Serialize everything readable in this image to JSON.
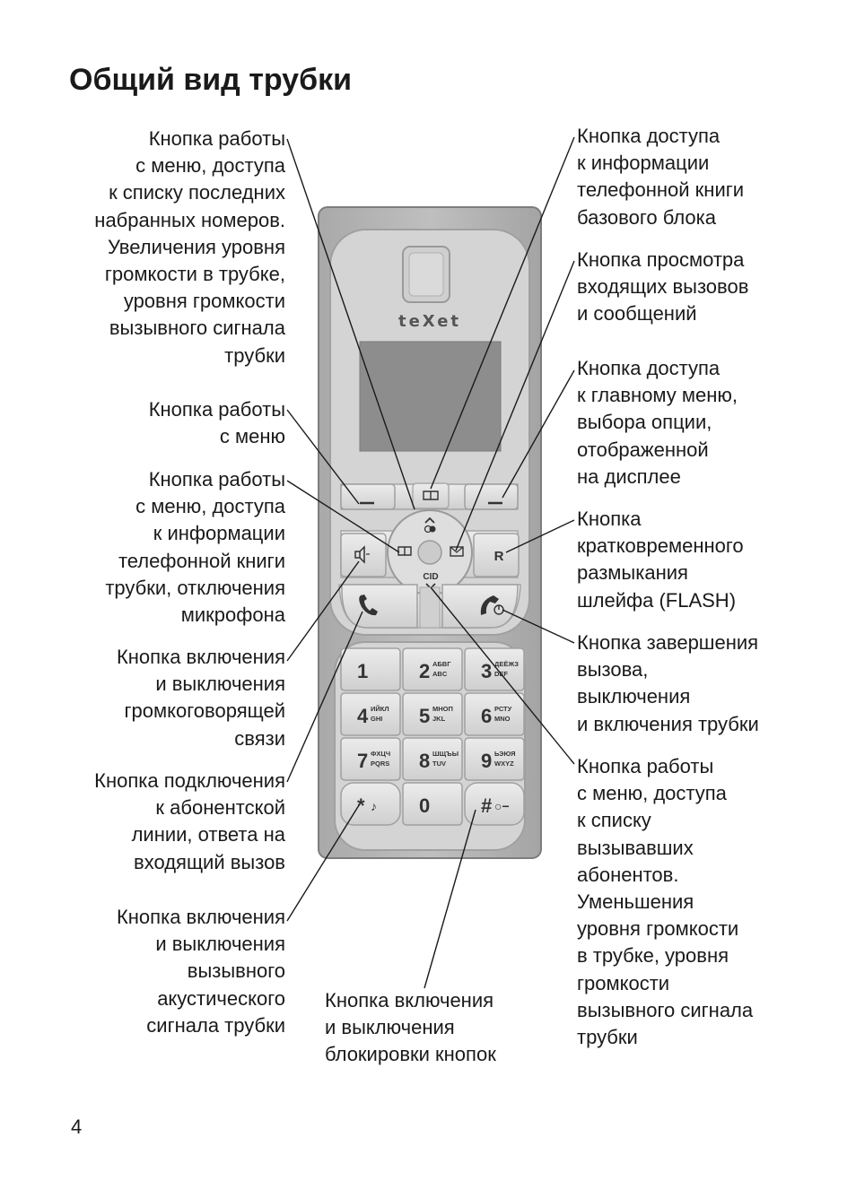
{
  "title": "Общий вид трубки",
  "page_number": "4",
  "phone": {
    "brand": "teXet",
    "keys": [
      {
        "digit": "1",
        "letters": ""
      },
      {
        "digit": "2",
        "letters": "АБВГ\nABC"
      },
      {
        "digit": "3",
        "letters": "ДЕЁЖЗ\nDEF"
      },
      {
        "digit": "4",
        "letters": "ИЙКЛ\nGHI"
      },
      {
        "digit": "5",
        "letters": "МНОП\nJKL"
      },
      {
        "digit": "6",
        "letters": "РСТУ\nMNO"
      },
      {
        "digit": "7",
        "letters": "ФХЦЧ\nPQRS"
      },
      {
        "digit": "8",
        "letters": "ШЩЪЫ\nTUV"
      },
      {
        "digit": "9",
        "letters": "ЬЭЮЯ\nWXYZ"
      },
      {
        "digit": "*",
        "letters": "♪"
      },
      {
        "digit": "0",
        "letters": ""
      },
      {
        "digit": "#",
        "letters": "○−"
      }
    ],
    "nav_down_label": "CID",
    "flash_key": "R"
  },
  "labels": {
    "l1": "Кнопка работы\nс меню, доступа\nк списку последних\nнабранных номеров.\nУвеличения уровня\nгромкости в трубке,\nуровня громкости\nвызывного сигнала\nтрубки",
    "l2": "Кнопка работы\nс меню",
    "l3": "Кнопка работы\nс меню, доступа\nк информации\nтелефонной книги\nтрубки, отключения\nмикрофона",
    "l4": "Кнопка включения\nи выключения\nгромкоговорящей\nсвязи",
    "l5": "Кнопка подключения\nк абонентской\nлинии, ответа на\nвходящий вызов",
    "l6": "Кнопка включения\nи выключения\nвызывного\nакустического\nсигнала трубки",
    "bottom": "Кнопка включения\nи выключения\nблокировки кнопок",
    "r1": "Кнопка доступа\nк информации\nтелефонной книги\nбазового блока",
    "r2": "Кнопка просмотра\nвходящих вызовов\nи сообщений",
    "r3": "Кнопка доступа\nк главному меню,\nвыбора опции,\nотображенной\nна дисплее",
    "r4": "Кнопка\nкратковременного\nразмыкания\nшлейфа (FLASH)",
    "r5": "Кнопка завершения\nвызова,\nвыключения\nи включения трубки",
    "r6": "Кнопка работы\nс меню, доступа\nк списку\nвызывавших\nабонентов.\nУменьшения\nуровня громкости\nв трубке, уровня\nгромкости\nвызывного сигнала\nтрубки"
  }
}
